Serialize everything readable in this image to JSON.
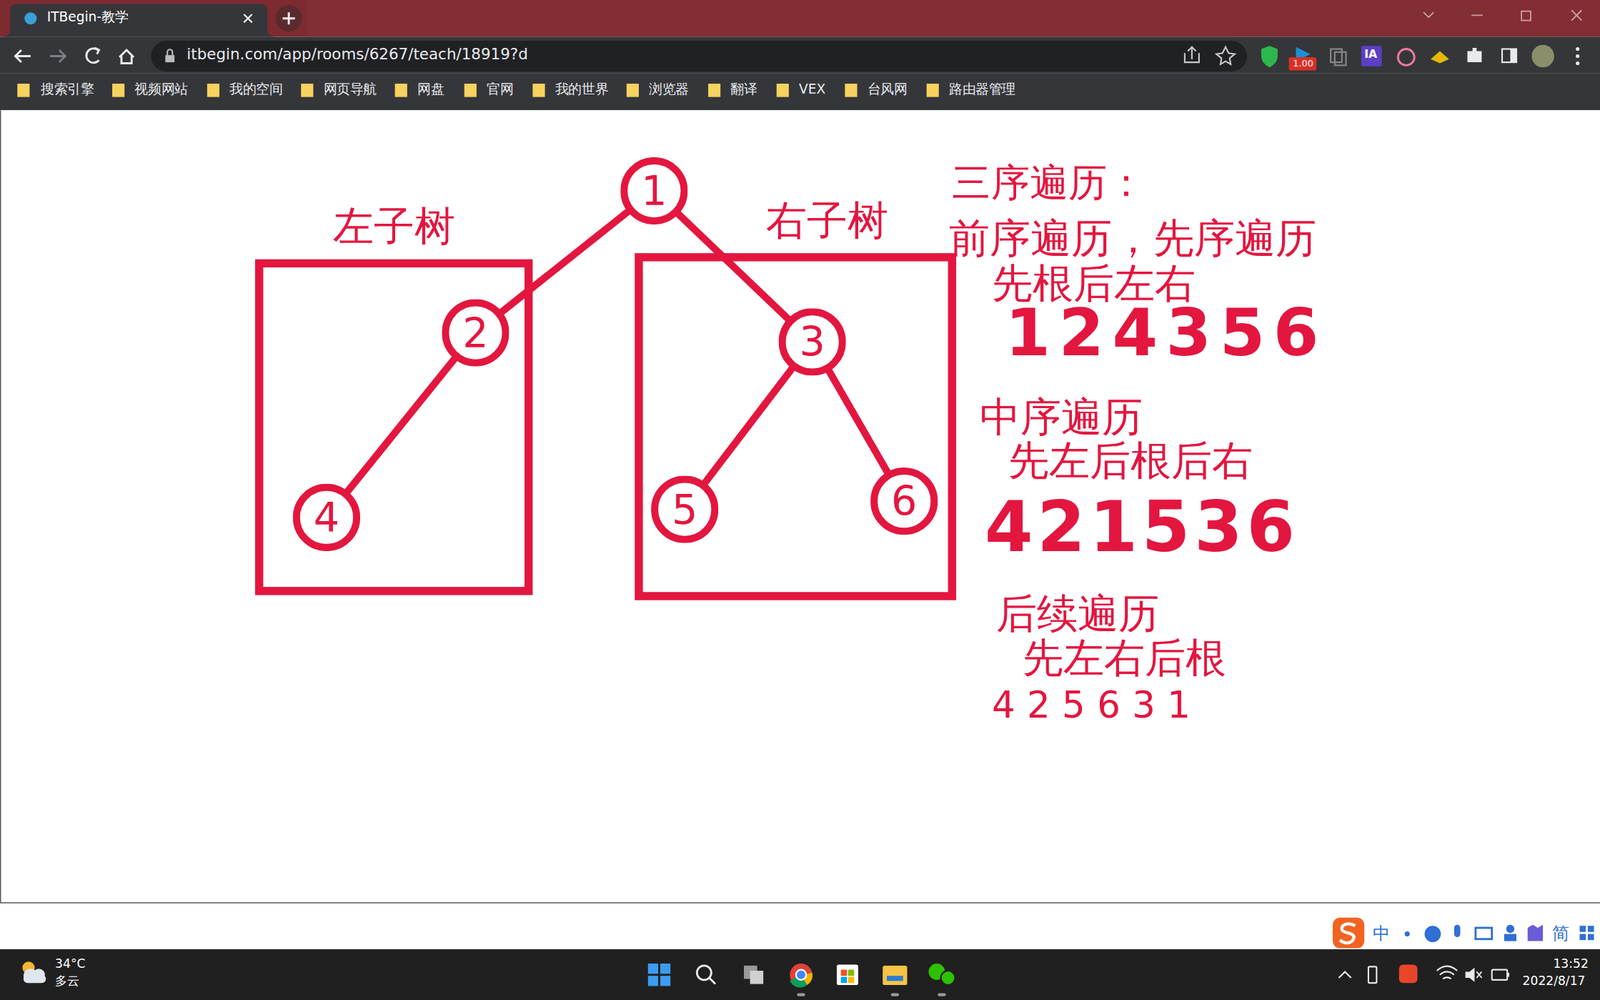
{
  "diagram": {
    "nodes": [
      {
        "text": [
          "1"
        ]
      },
      {
        "text": [
          "左子树"
        ]
      },
      {
        "text": [
          "2"
        ],
        "in": 1
      },
      {
        "text": [
          "4"
        ],
        "in": 1
      },
      {
        "text": [
          "右子树"
        ]
      },
      {
        "text": [
          "3"
        ],
        "in": 4
      },
      {
        "text": [
          "5"
        ],
        "in": 4
      },
      {
        "text": [
          "6"
        ],
        "in": 4
      }
    ],
    "edges": [
      {
        "from": 0,
        "to": 2,
        "arrow": "none"
      },
      {
        "from": 0,
        "to": 5,
        "arrow": "none"
      },
      {
        "from": 2,
        "to": 3,
        "arrow": "none"
      },
      {
        "from": 5,
        "to": 6,
        "arrow": "none"
      },
      {
        "from": 5,
        "to": 7,
        "arrow": "none"
      }
    ],
    "labels": [
      "ITBegin-教学",
      "itbegin.com/app/rooms/6267/teach/18919?d",
      "搜索引擎",
      "视频网站",
      "我的空间",
      "网页导航",
      "网盘",
      "官网",
      "我的世界",
      "浏览器",
      "翻译",
      "VEX",
      "台风网",
      "路由器管理",
      "1.00",
      "IA",
      "三序遍历：",
      "前序遍历，先序遍历",
      "先根后左右",
      "124356",
      "中序遍历",
      "先左后根后右",
      "421536",
      "后续遍历",
      "先左右后根",
      "4 2 5 6 3 1",
      "中",
      "简",
      "34°C",
      "多云",
      "13:52",
      "2022/8/17"
    ]
  }
}
